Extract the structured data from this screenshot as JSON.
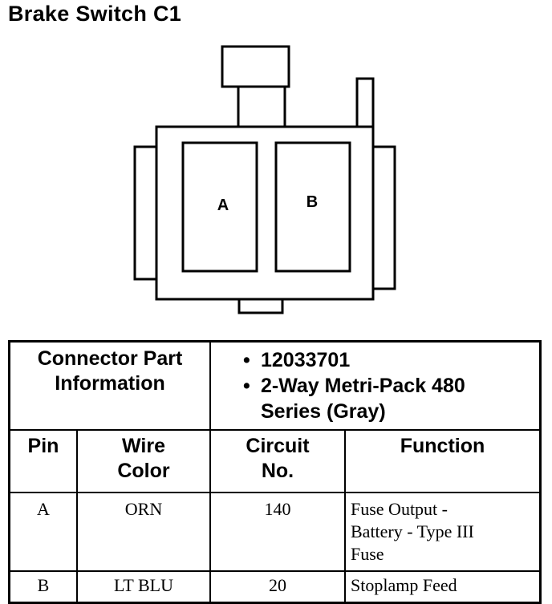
{
  "title": "Brake Switch C1",
  "connector": {
    "pins_drawn": [
      "A",
      "B"
    ]
  },
  "info": {
    "label_line1": "Connector Part",
    "label_line2": "Information",
    "bullet": "•",
    "part_number": "12033701",
    "description_line1": "2-Way Metri-Pack 480",
    "description_line2": "Series (Gray)"
  },
  "columns": {
    "pin": "Pin",
    "wire_line1": "Wire",
    "wire_line2": "Color",
    "circuit_line1": "Circuit",
    "circuit_line2": "No.",
    "function": "Function"
  },
  "rows": [
    {
      "pin": "A",
      "color": "ORN",
      "circuit": "140",
      "function_lines": [
        "Fuse Output -",
        "Battery - Type III",
        "Fuse"
      ]
    },
    {
      "pin": "B",
      "color": "LT BLU",
      "circuit": "20",
      "function_lines": [
        "Stoplamp Feed"
      ]
    }
  ]
}
